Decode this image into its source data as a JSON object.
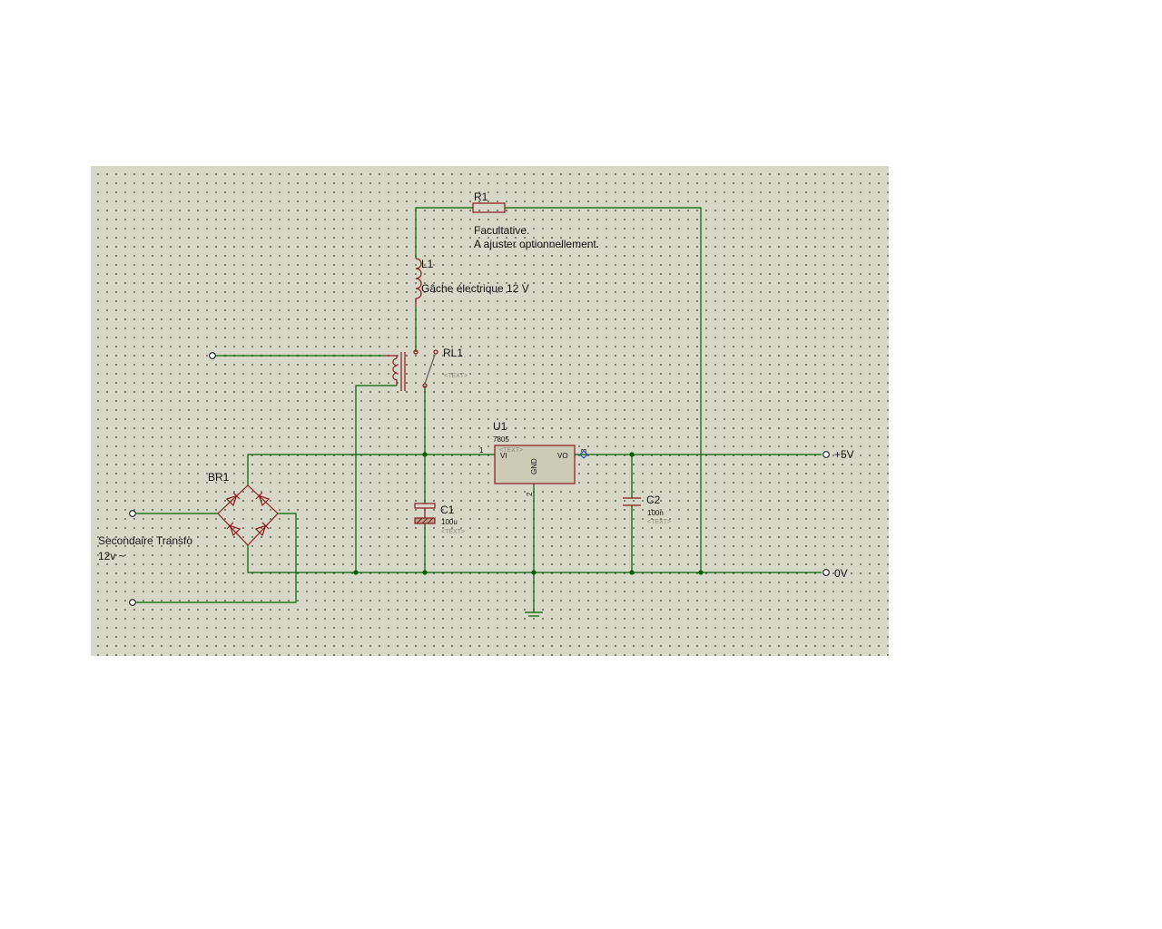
{
  "colors": {
    "background": "#d8d8c8",
    "wire": "#006000",
    "component": "#8a1a1a",
    "chip_fill": "#cccbb6",
    "grid_dot": "#6e6e62"
  },
  "components": {
    "r1": {
      "ref": "R1",
      "note_line1": "Facultative.",
      "note_line2": "A ajuster optionnellement."
    },
    "l1": {
      "ref": "L1",
      "value": "Gâche électrique 12 V"
    },
    "rl1": {
      "ref": "RL1",
      "placeholder": "<TEXT>"
    },
    "u1": {
      "ref": "U1",
      "value": "7805",
      "placeholder": "<TEXT>",
      "pin_in": "VI",
      "pin_out": "VO",
      "pin_gnd": "GND",
      "pin1": "1",
      "pin2": "2",
      "pin3": "3"
    },
    "c1": {
      "ref": "C1",
      "value": "100u",
      "placeholder": "<TEXT>"
    },
    "c2": {
      "ref": "C2",
      "value": "100n",
      "placeholder": "<TEXT>"
    },
    "br1": {
      "ref": "BR1"
    }
  },
  "terminals": {
    "plus5v": "+5V",
    "zero_v": "0V"
  },
  "notes": {
    "transfo_line1": "Secondaire Transfo",
    "transfo_line2": "12v ~"
  }
}
